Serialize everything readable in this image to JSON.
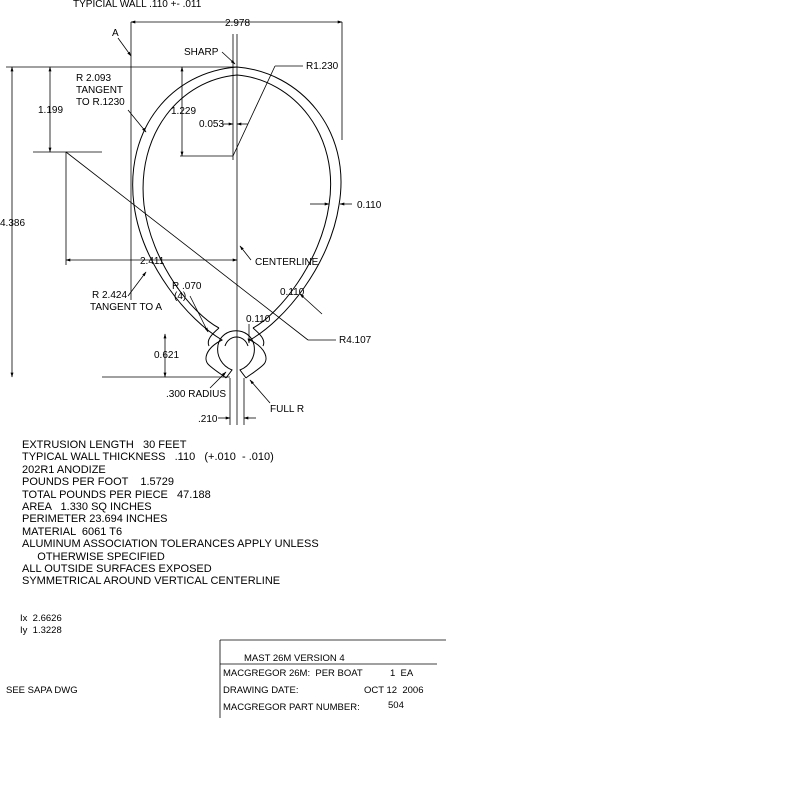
{
  "drawing": {
    "typical_wall_label": "TYPICIAL WALL .110 +- .011",
    "ref_a": "A",
    "dim_width": "2.978",
    "sharp": "SHARP",
    "r1230": "R1.230",
    "r2093_line1": "R 2.093",
    "r2093_line2": "TANGENT",
    "r2093_line3": "TO R.1230",
    "dim_1199": "1.199",
    "dim_1229": "1.229",
    "dim_0053": "0.053",
    "dim_4386": "4.386",
    "dim_0110_side": "0.110",
    "dim_2411": "2.411",
    "centerline": "CENTERLINE",
    "r070_line1": "R .070",
    "r070_line2": "(4)",
    "r2424_line1": "R 2.424",
    "r2424_line2": "TANGENT TO A",
    "dim_0110_diag": "0.110",
    "dim_0110_top": "0.110",
    "r4107": "R4.107",
    "dim_0621": "0.621",
    "radius_300": ".300 RADIUS",
    "full_r": "FULL R",
    "dim_210": ".210"
  },
  "notes": [
    "EXTRUSION LENGTH   30 FEET",
    "TYPICAL WALL THICKNESS   .110   (+.010  - .010)",
    "202R1 ANODIZE",
    "POUNDS PER FOOT    1.5729",
    "TOTAL POUNDS PER PIECE   47.188",
    "AREA   1.330 SQ INCHES",
    "PERIMETER 23.694 INCHES",
    "MATERIAL  6061 T6",
    "ALUMINUM ASSOCIATION TOLERANCES APPLY UNLESS",
    "     OTHERWISE SPECIFIED",
    "ALL OUTSIDE SURFACES EXPOSED",
    "SYMMETRICAL AROUND VERTICAL CENTERLINE"
  ],
  "moments": {
    "ix": "Ix  2.6626",
    "iy": "Iy  1.3228"
  },
  "see_sapa": "SEE SAPA DWG",
  "title_block": {
    "title": "MAST 26M VERSION 4",
    "row1_label": "MACGREGOR 26M:  PER BOAT",
    "row1_qty": "1  EA",
    "row2_label": "DRAWING DATE:",
    "row2_value": "OCT 12  2006",
    "row3_label": "MACGREGOR PART NUMBER:",
    "row3_value": "504"
  }
}
